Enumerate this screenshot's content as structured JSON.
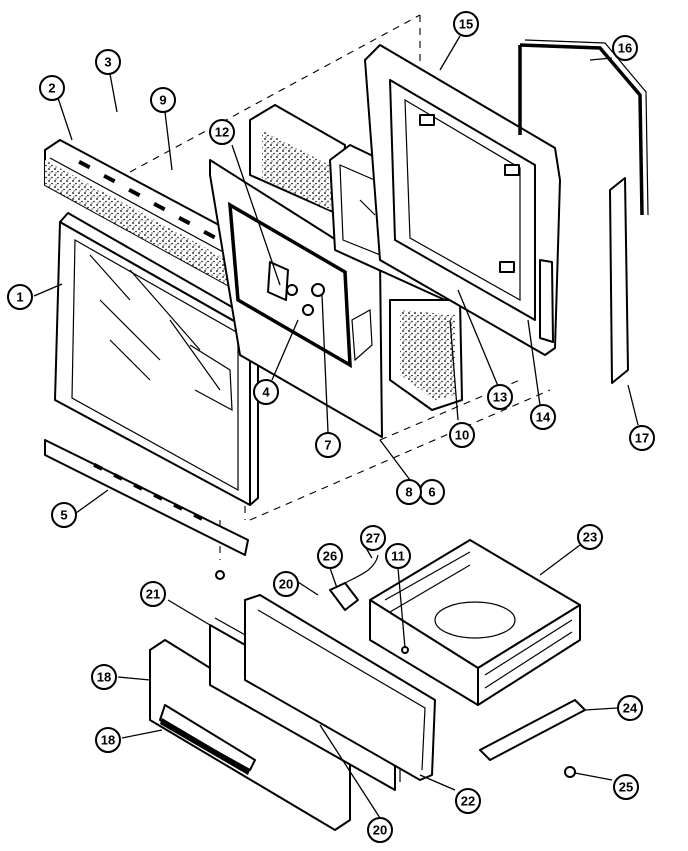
{
  "diagram": {
    "callouts": [
      {
        "id": "1",
        "label": "1"
      },
      {
        "id": "2",
        "label": "2"
      },
      {
        "id": "3",
        "label": "3"
      },
      {
        "id": "4",
        "label": "4"
      },
      {
        "id": "5",
        "label": "5"
      },
      {
        "id": "6",
        "label": "6"
      },
      {
        "id": "7",
        "label": "7"
      },
      {
        "id": "8",
        "label": "8"
      },
      {
        "id": "9",
        "label": "9"
      },
      {
        "id": "10",
        "label": "10"
      },
      {
        "id": "11",
        "label": "11"
      },
      {
        "id": "12",
        "label": "12"
      },
      {
        "id": "13",
        "label": "13"
      },
      {
        "id": "14",
        "label": "14"
      },
      {
        "id": "15",
        "label": "15"
      },
      {
        "id": "16",
        "label": "16"
      },
      {
        "id": "17",
        "label": "17"
      },
      {
        "id": "18a",
        "label": "18"
      },
      {
        "id": "18b",
        "label": "18"
      },
      {
        "id": "20a",
        "label": "20"
      },
      {
        "id": "20b",
        "label": "20"
      },
      {
        "id": "21",
        "label": "21"
      },
      {
        "id": "22",
        "label": "22"
      },
      {
        "id": "23",
        "label": "23"
      },
      {
        "id": "24",
        "label": "24"
      },
      {
        "id": "25",
        "label": "25"
      },
      {
        "id": "26",
        "label": "26"
      },
      {
        "id": "27",
        "label": "27"
      }
    ]
  }
}
